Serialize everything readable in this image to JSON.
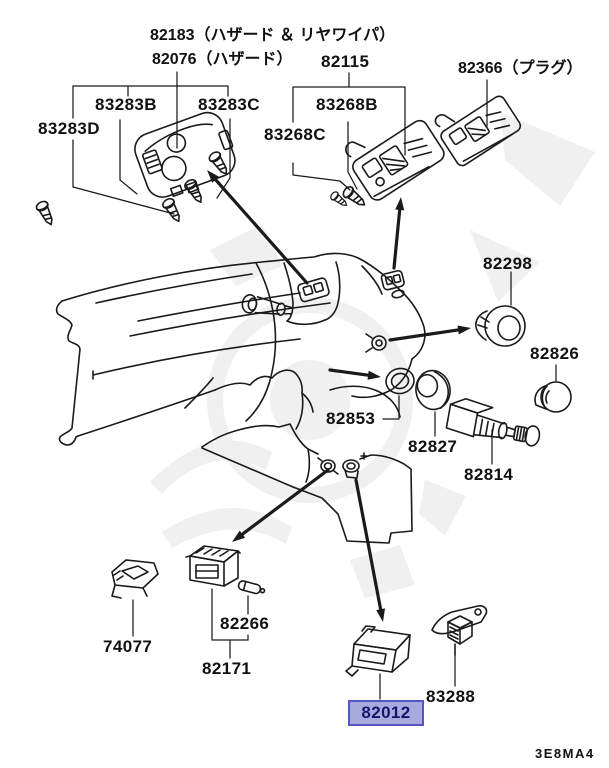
{
  "diagram": {
    "code": "3E8MA4",
    "background": "#ffffff",
    "line_color": "#1a1a1a",
    "watermark_color": "#f0f0f0",
    "highlight": {
      "bg": "#a8a9dc",
      "border": "#5456c4",
      "text_color": "#15156e"
    }
  },
  "callouts": [
    {
      "id": "82183",
      "label": "82183（ハザード ＆ リヤワイパ）",
      "highlighted": false
    },
    {
      "id": "82076",
      "label": "82076（ハザード）",
      "highlighted": false
    },
    {
      "id": "82115",
      "label": "82115",
      "highlighted": false
    },
    {
      "id": "83283B",
      "label": "83283B",
      "highlighted": false
    },
    {
      "id": "83283C",
      "label": "83283C",
      "highlighted": false
    },
    {
      "id": "83283D",
      "label": "83283D",
      "highlighted": false
    },
    {
      "id": "83268B",
      "label": "83268B",
      "highlighted": false
    },
    {
      "id": "83268C",
      "label": "83268C",
      "highlighted": false
    },
    {
      "id": "82366",
      "label": "82366（プラグ）",
      "highlighted": false
    },
    {
      "id": "82298",
      "label": "82298",
      "highlighted": false
    },
    {
      "id": "82826",
      "label": "82826",
      "highlighted": false
    },
    {
      "id": "82853",
      "label": "82853",
      "highlighted": false
    },
    {
      "id": "82827",
      "label": "82827",
      "highlighted": false
    },
    {
      "id": "82814",
      "label": "82814",
      "highlighted": false
    },
    {
      "id": "74077",
      "label": "74077",
      "highlighted": false
    },
    {
      "id": "82266",
      "label": "82266",
      "highlighted": false
    },
    {
      "id": "82171",
      "label": "82171",
      "highlighted": false
    },
    {
      "id": "82012",
      "label": "82012",
      "highlighted": true
    },
    {
      "id": "83288",
      "label": "83288",
      "highlighted": false
    }
  ]
}
